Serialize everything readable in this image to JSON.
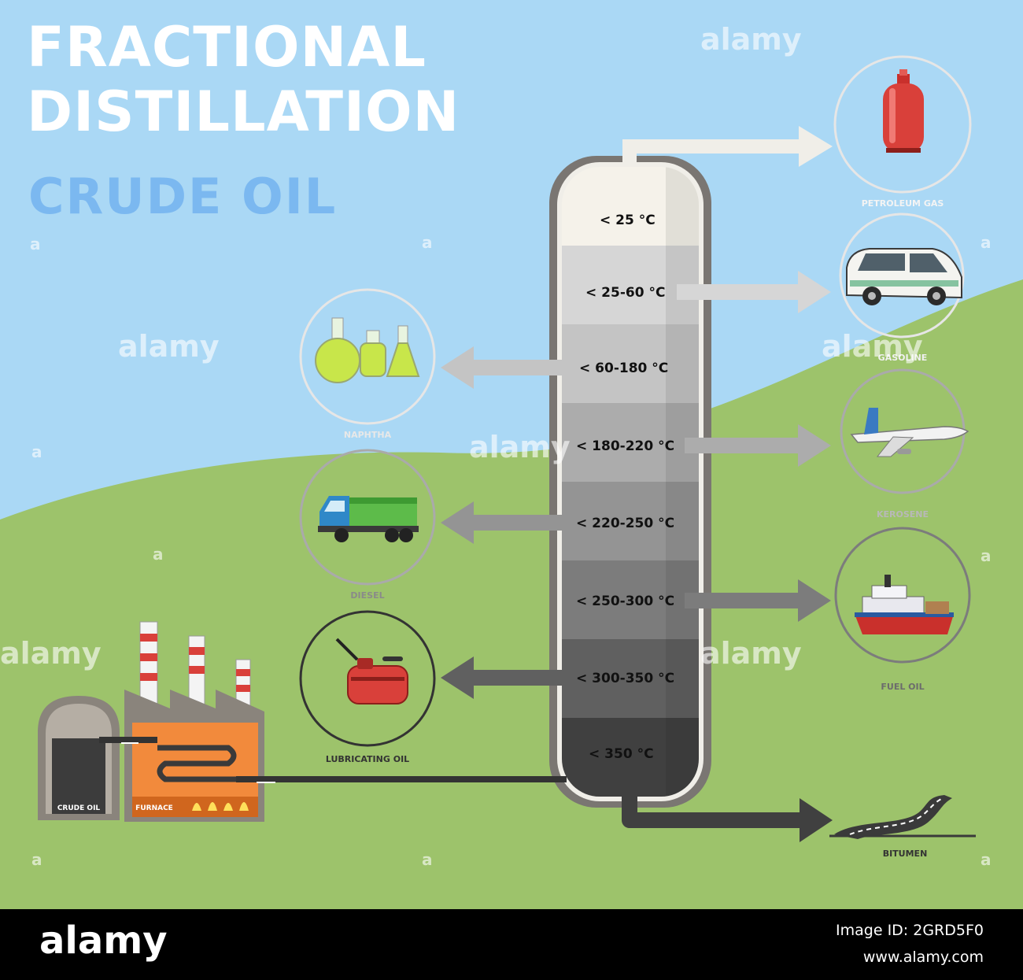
{
  "title": {
    "line1": "FRACTIONAL",
    "line2": "DISTILLATION",
    "subtitle": "CRUDE OIL"
  },
  "colors": {
    "sky": "#aad8f5",
    "hill": "#9dc36b",
    "title": "#ffffff",
    "subtitle": "#7bb8f0"
  },
  "column": {
    "temperatures": [
      "< 25 °C",
      "< 25-60 °C",
      "< 60-180 °C",
      "< 180-220 °C",
      "< 220-250 °C",
      "< 250-300 °C",
      "< 300-350 °C",
      "< 350 °C"
    ],
    "layer_colors": [
      "#f5f2ea",
      "#d6d6d6",
      "#c4c4c4",
      "#acacac",
      "#949494",
      "#7c7c7c",
      "#606060",
      "#404040"
    ]
  },
  "products": [
    {
      "icon": "gas-cylinder-icon",
      "label": "PETROLEUM GAS"
    },
    {
      "icon": "car-icon",
      "label": "GASOLINE"
    },
    {
      "icon": "chemical-flasks-icon",
      "label": "NAPHTHA"
    },
    {
      "icon": "airplane-icon",
      "label": "KEROSENE"
    },
    {
      "icon": "truck-icon",
      "label": "DIESEL"
    },
    {
      "icon": "ship-icon",
      "label": "FUEL OIL"
    },
    {
      "icon": "oil-can-icon",
      "label": "LUBRICATING OIL"
    },
    {
      "icon": "road-icon",
      "label": "BITUMEN"
    }
  ],
  "plant": {
    "tank_label": "CRUDE OIL",
    "furnace_label": "FURNACE",
    "tank_icon": "crude-oil-tank-icon",
    "furnace_icon": "factory-furnace-icon"
  },
  "watermark": {
    "text": "alamy",
    "small": "a"
  },
  "footer": {
    "logo": "alamy",
    "image_id": "Image ID: 2GRD5F0",
    "url": "www.alamy.com"
  }
}
